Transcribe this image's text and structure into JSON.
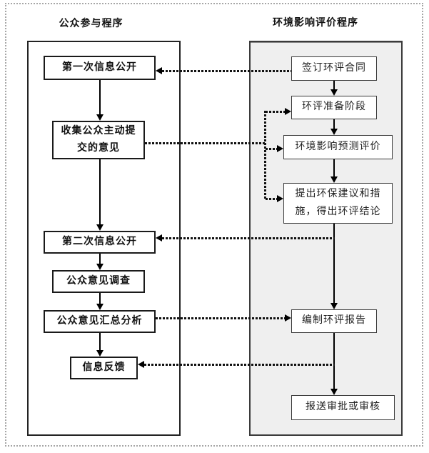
{
  "page": {
    "left_column": {
      "title": "公众参与程序",
      "boxes": [
        {
          "label": "第一次信息公开"
        },
        {
          "label": "收集公众主动提交的意见"
        },
        {
          "label": "第二次信息公开"
        },
        {
          "label": "公众意见调查"
        },
        {
          "label": "公众意见汇总分析"
        },
        {
          "label": "信息反馈"
        }
      ]
    },
    "right_column": {
      "title": "环境影响评价程序",
      "boxes": [
        {
          "label": "签订环评合同"
        },
        {
          "label": "环评准备阶段"
        },
        {
          "label": "环境影响预测评价"
        },
        {
          "label": "提出环保建议和措施，得出环评结论"
        },
        {
          "label": "编制环评报告"
        },
        {
          "label": "报送审批或审核"
        }
      ]
    },
    "colors": {
      "line": "#111111",
      "box_border": "#1a1a1a",
      "right_panel_fill": "#efefef",
      "page_border": "#a6a6a6",
      "text": "#111111"
    }
  }
}
